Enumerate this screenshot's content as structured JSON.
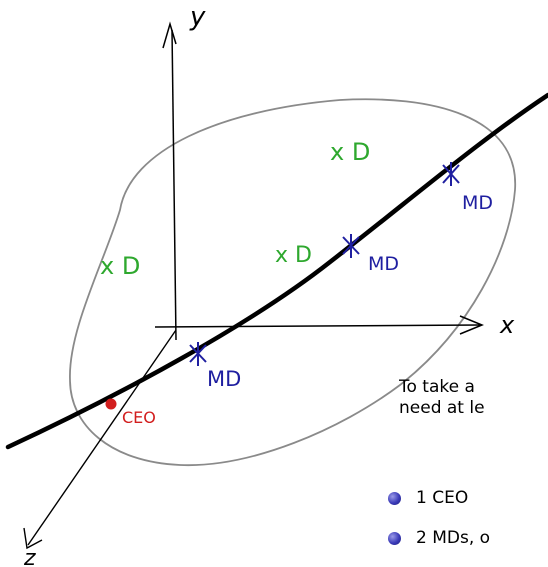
{
  "axes": {
    "x_label": "x",
    "y_label": "y",
    "z_label": "z"
  },
  "points": {
    "green": [
      {
        "label": "x D"
      },
      {
        "label": "x D"
      },
      {
        "label": "x D"
      }
    ],
    "md": [
      {
        "label": "MD"
      },
      {
        "label": "MD"
      },
      {
        "label": "MD"
      }
    ],
    "ceo": {
      "label": "CEO"
    }
  },
  "caption": {
    "line1": "To take a",
    "line2": "need at le"
  },
  "bullets": [
    {
      "text": "1 CEO"
    },
    {
      "text": "2 MDs, o"
    }
  ],
  "colors": {
    "axis": "#000000",
    "ellipse": "#8a8a8a",
    "green": "#2ea82e",
    "blue": "#1f1fa0",
    "red": "#d21e1e",
    "bullet": "#3a3ab8"
  }
}
